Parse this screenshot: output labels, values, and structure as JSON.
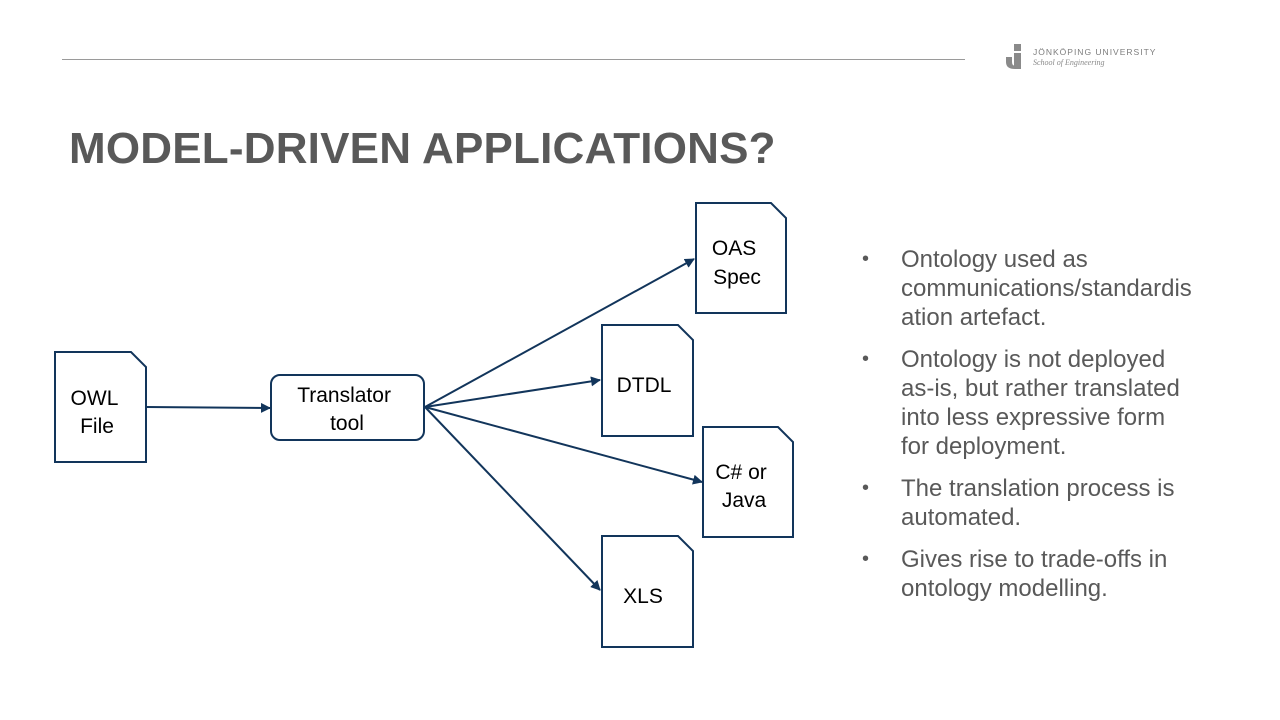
{
  "header": {
    "university_name": "JÖNKÖPING UNIVERSITY",
    "school_name": "School of Engineering"
  },
  "title": "MODEL-DRIVEN APPLICATIONS?",
  "diagram": {
    "nodes": {
      "owl_file": [
        "OWL",
        "File"
      ],
      "translator": [
        "Translator",
        "tool"
      ],
      "oas_spec": [
        "OAS",
        "Spec"
      ],
      "dtdl": [
        "DTDL"
      ],
      "csharp_java": [
        "C# or",
        "Java"
      ],
      "xls": [
        "XLS"
      ]
    },
    "edges": [
      [
        "owl_file",
        "translator"
      ],
      [
        "translator",
        "oas_spec"
      ],
      [
        "translator",
        "dtdl"
      ],
      [
        "translator",
        "csharp_java"
      ],
      [
        "translator",
        "xls"
      ]
    ],
    "colors": {
      "stroke": "#12355b",
      "text": "#000000"
    }
  },
  "bullets": [
    {
      "lines": [
        "Ontology used as",
        "communications/standardis",
        "ation artefact."
      ]
    },
    {
      "lines": [
        "Ontology is not deployed",
        "as-is, but rather translated",
        "into less expressive form",
        "for deployment."
      ]
    },
    {
      "lines": [
        "The translation process is",
        "automated."
      ]
    },
    {
      "lines": [
        "Gives rise to trade-offs in",
        "ontology modelling."
      ]
    }
  ]
}
